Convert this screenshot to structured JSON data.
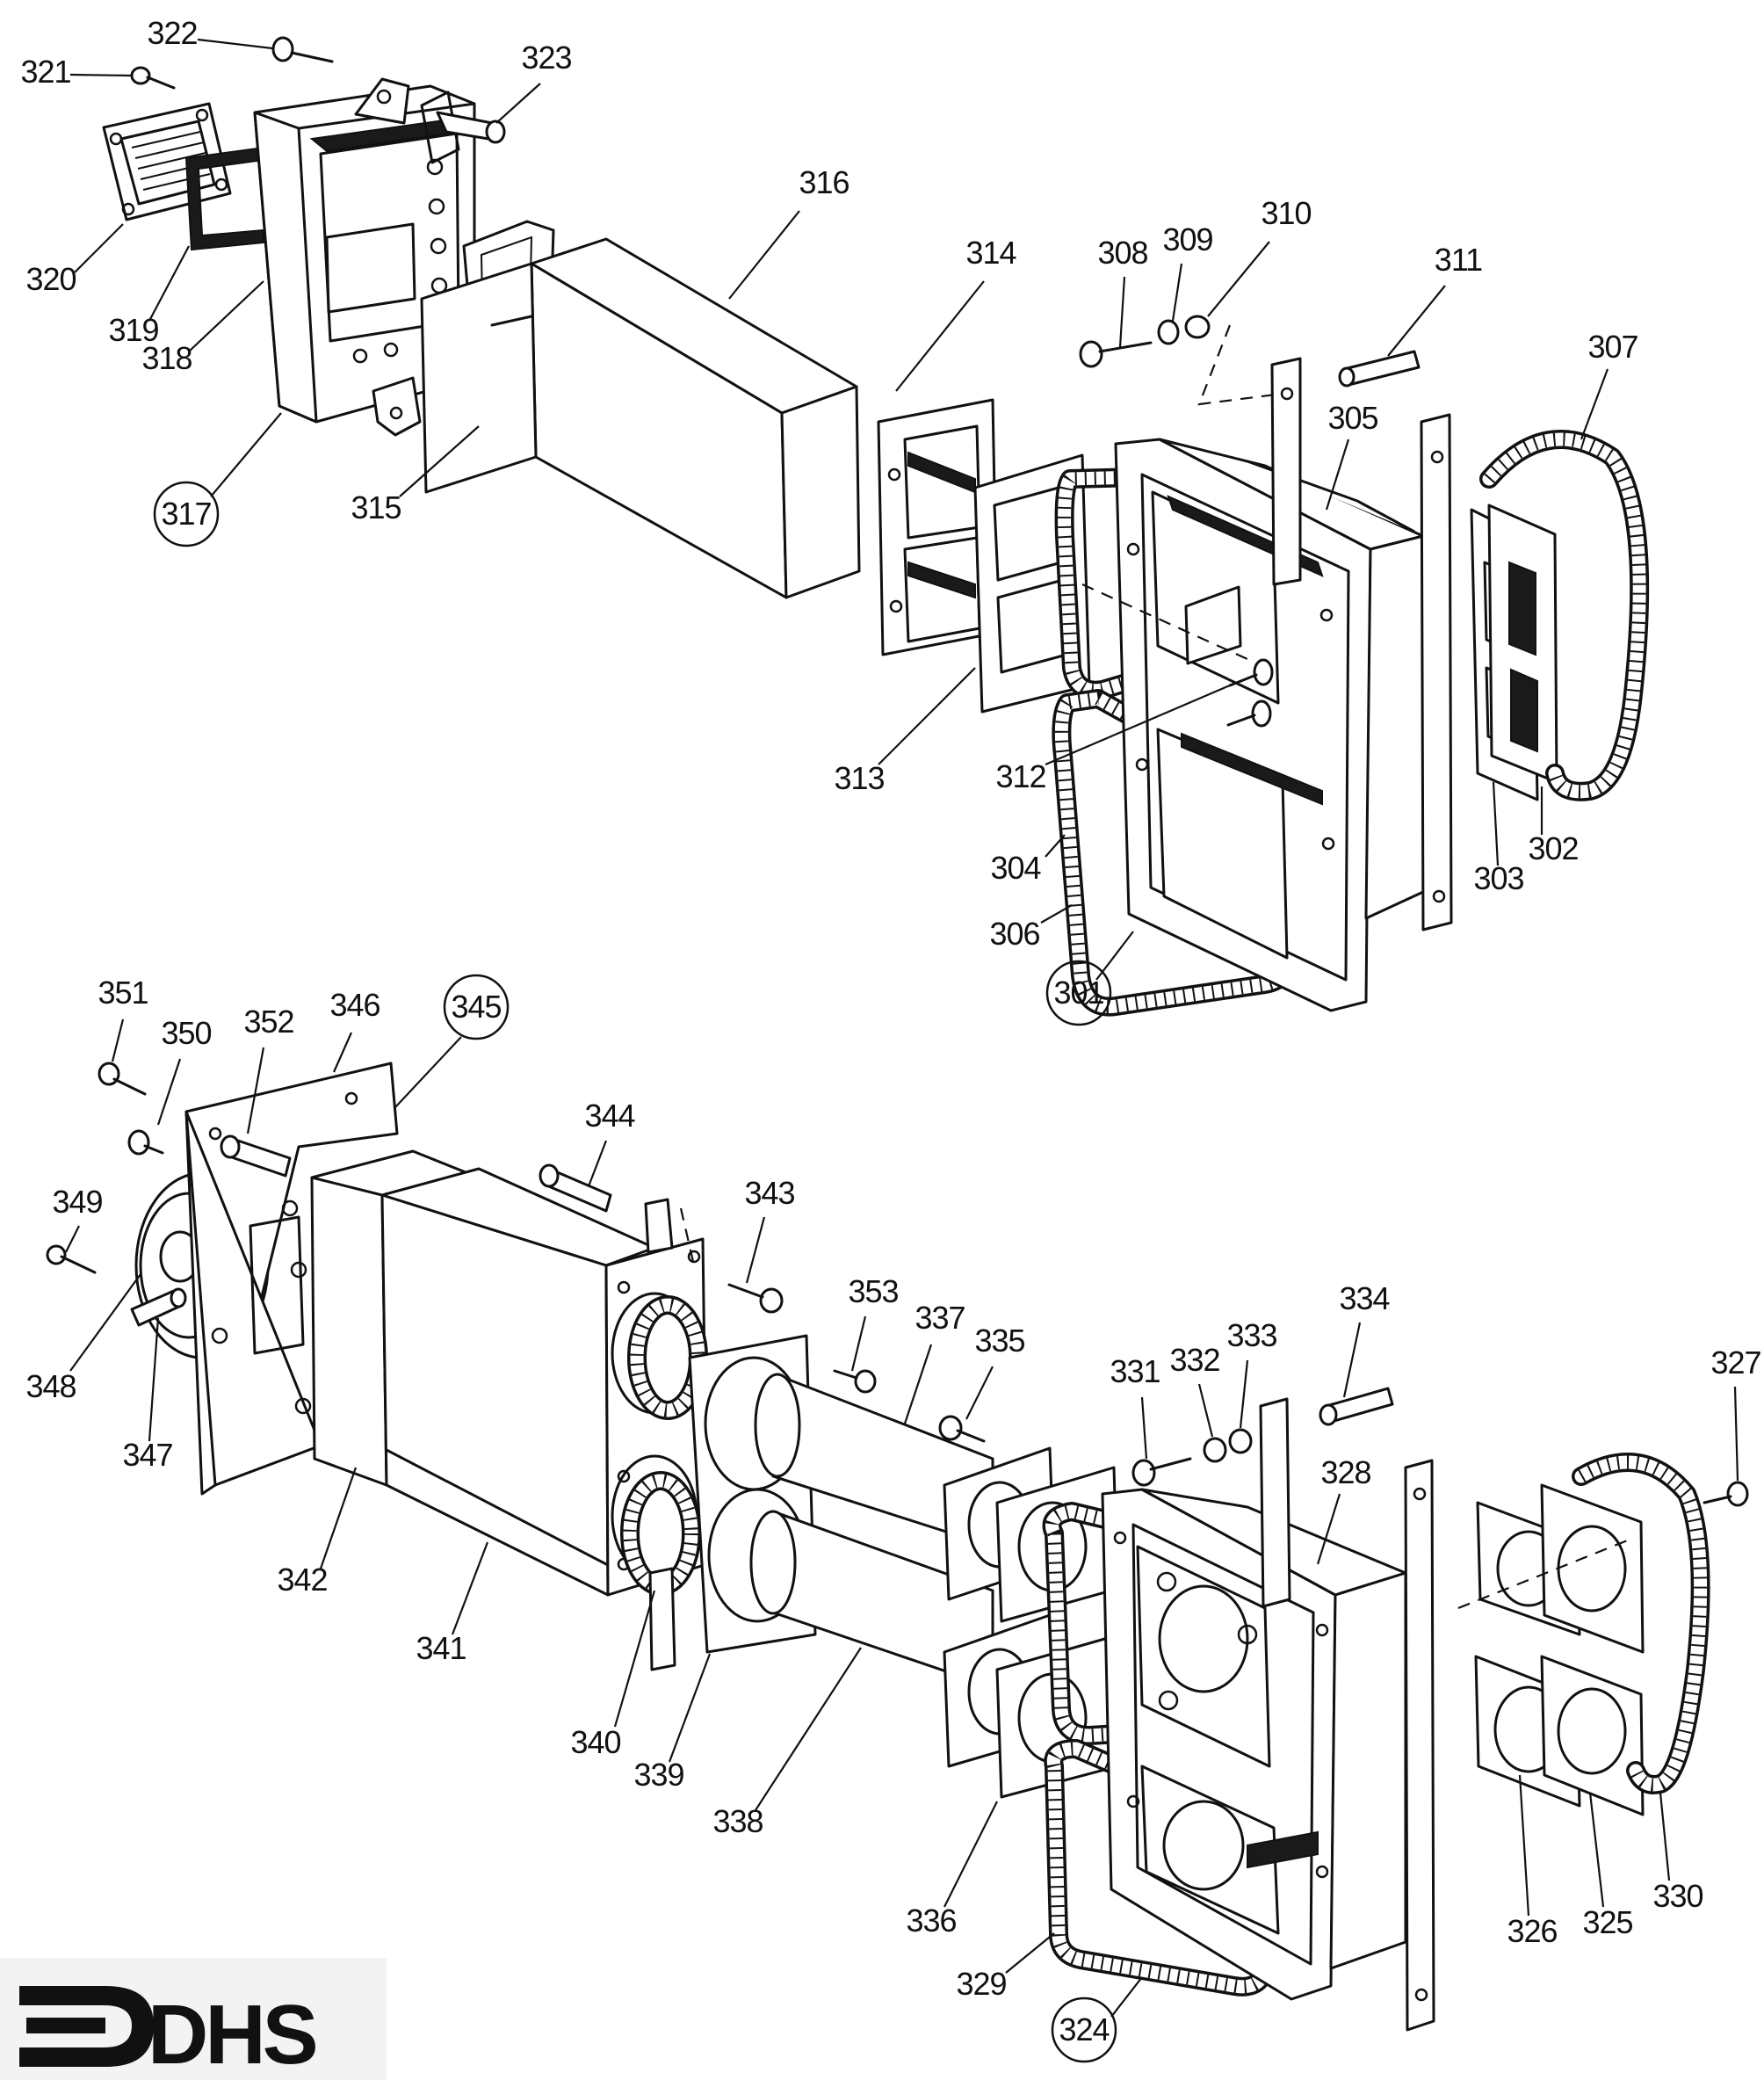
{
  "diagram": {
    "upper_assembly": {
      "callouts": [
        "301",
        "302",
        "303",
        "304",
        "305",
        "306",
        "307",
        "308",
        "309",
        "310",
        "311",
        "312",
        "313",
        "314",
        "315",
        "316",
        "317",
        "318",
        "319",
        "320",
        "321",
        "322",
        "323"
      ],
      "circled": [
        "301",
        "317"
      ]
    },
    "lower_assembly": {
      "callouts": [
        "324",
        "325",
        "326",
        "327",
        "328",
        "329",
        "330",
        "331",
        "332",
        "333",
        "334",
        "335",
        "336",
        "337",
        "338",
        "339",
        "340",
        "341",
        "342",
        "343",
        "344",
        "345",
        "346",
        "347",
        "348",
        "349",
        "350",
        "351",
        "352",
        "353"
      ],
      "circled": [
        "324",
        "345"
      ]
    }
  },
  "logo": {
    "text": "DHS"
  }
}
